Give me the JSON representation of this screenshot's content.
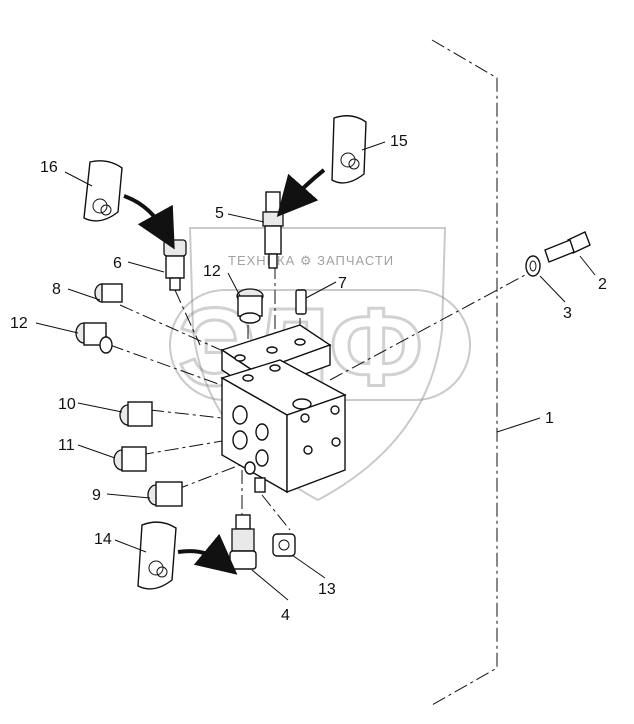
{
  "watermark": {
    "brand_text": "ТЕХНИКА ⚙ ЗАПЧАСТИ",
    "logo_text": "ЭЛФ"
  },
  "callouts": [
    {
      "id": "c1",
      "label": "1"
    },
    {
      "id": "c2",
      "label": "2"
    },
    {
      "id": "c3",
      "label": "3"
    },
    {
      "id": "c4",
      "label": "4"
    },
    {
      "id": "c5",
      "label": "5"
    },
    {
      "id": "c6",
      "label": "6"
    },
    {
      "id": "c7",
      "label": "7"
    },
    {
      "id": "c8",
      "label": "8"
    },
    {
      "id": "c9",
      "label": "9"
    },
    {
      "id": "c10",
      "label": "10"
    },
    {
      "id": "c11",
      "label": "11"
    },
    {
      "id": "c12a",
      "label": "12"
    },
    {
      "id": "c12b",
      "label": "12"
    },
    {
      "id": "c13",
      "label": "13"
    },
    {
      "id": "c14",
      "label": "14"
    },
    {
      "id": "c15",
      "label": "15"
    },
    {
      "id": "c16",
      "label": "16"
    }
  ]
}
